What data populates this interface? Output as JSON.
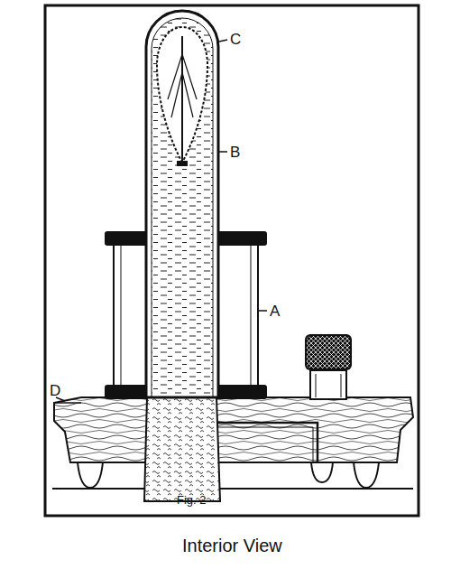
{
  "diagram": {
    "caption": "Interior View",
    "labels": [
      "C",
      "B",
      "A",
      "D",
      "Fig. 2"
    ]
  }
}
